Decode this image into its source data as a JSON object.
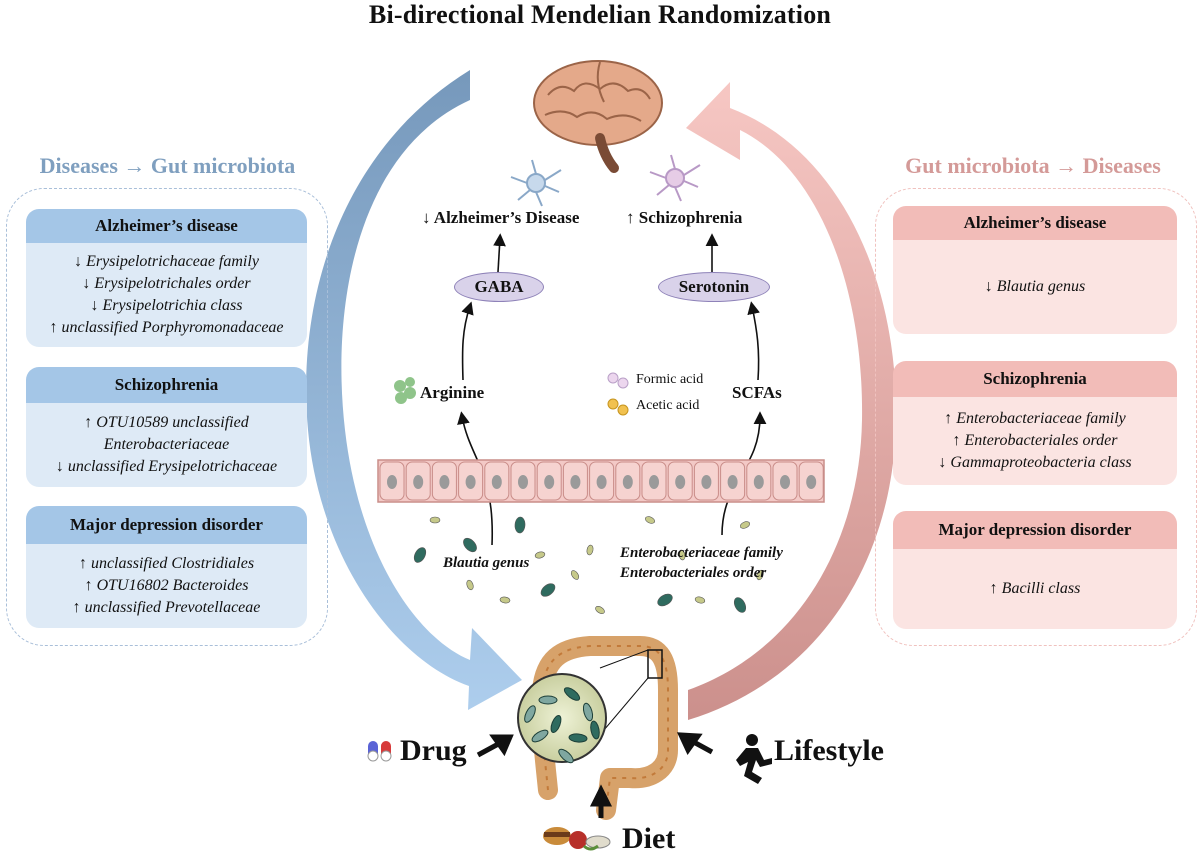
{
  "title": "Bi-directional Mendelian Randomization",
  "left_panel": {
    "title": "Diseases → Gut microbiota",
    "cards": [
      {
        "heading": "Alzheimer’s disease",
        "items": [
          "↓ Erysipelotrichaceae family",
          "↓ Erysipelotrichales order",
          "↓ Erysipelotrichia class",
          "↑ unclassified Porphyromonadaceae"
        ]
      },
      {
        "heading": "Schizophrenia",
        "items": [
          "↑ OTU10589 unclassified",
          "Enterobacteriaceae",
          "↓ unclassified Erysipelotrichaceae"
        ]
      },
      {
        "heading": "Major depression disorder",
        "items": [
          "↑ unclassified Clostridiales",
          "↑ OTU16802 Bacteroides",
          "↑ unclassified Prevotellaceae"
        ]
      }
    ]
  },
  "right_panel": {
    "title": "Gut microbiota → Diseases",
    "cards": [
      {
        "heading": "Alzheimer’s disease",
        "items": [
          "↓ Blautia genus"
        ]
      },
      {
        "heading": "Schizophrenia",
        "items": [
          "↑ Enterobacteriaceae family",
          "↑ Enterobacteriales order",
          "↓ Gammaproteobacteria class"
        ]
      },
      {
        "heading": "Major depression disorder",
        "items": [
          "↑ Bacilli class"
        ]
      }
    ]
  },
  "center": {
    "left_outcome": "↓ Alzheimer’s Disease",
    "right_outcome": "↑ Schizophrenia",
    "left_mediator": "GABA",
    "right_mediator": "Serotonin",
    "left_metabolite": "Arginine",
    "right_metabolite": "SCFAs",
    "acid_1": "Formic acid",
    "acid_2": "Acetic acid",
    "left_bacteria": "Blautia genus",
    "right_bacteria_1": "Enterobacteriaceae family",
    "right_bacteria_2": "Enterobacteriales order"
  },
  "factors": {
    "drug": "Drug",
    "lifestyle": "Lifestyle",
    "diet": "Diet"
  },
  "colors": {
    "blue_arrow": "#8fb6dc",
    "pink_arrow": "#eab3b0",
    "card_blue_head": "#a4c6e7",
    "card_pink_head": "#f2bcb8",
    "oval": "#d9d2ea"
  }
}
